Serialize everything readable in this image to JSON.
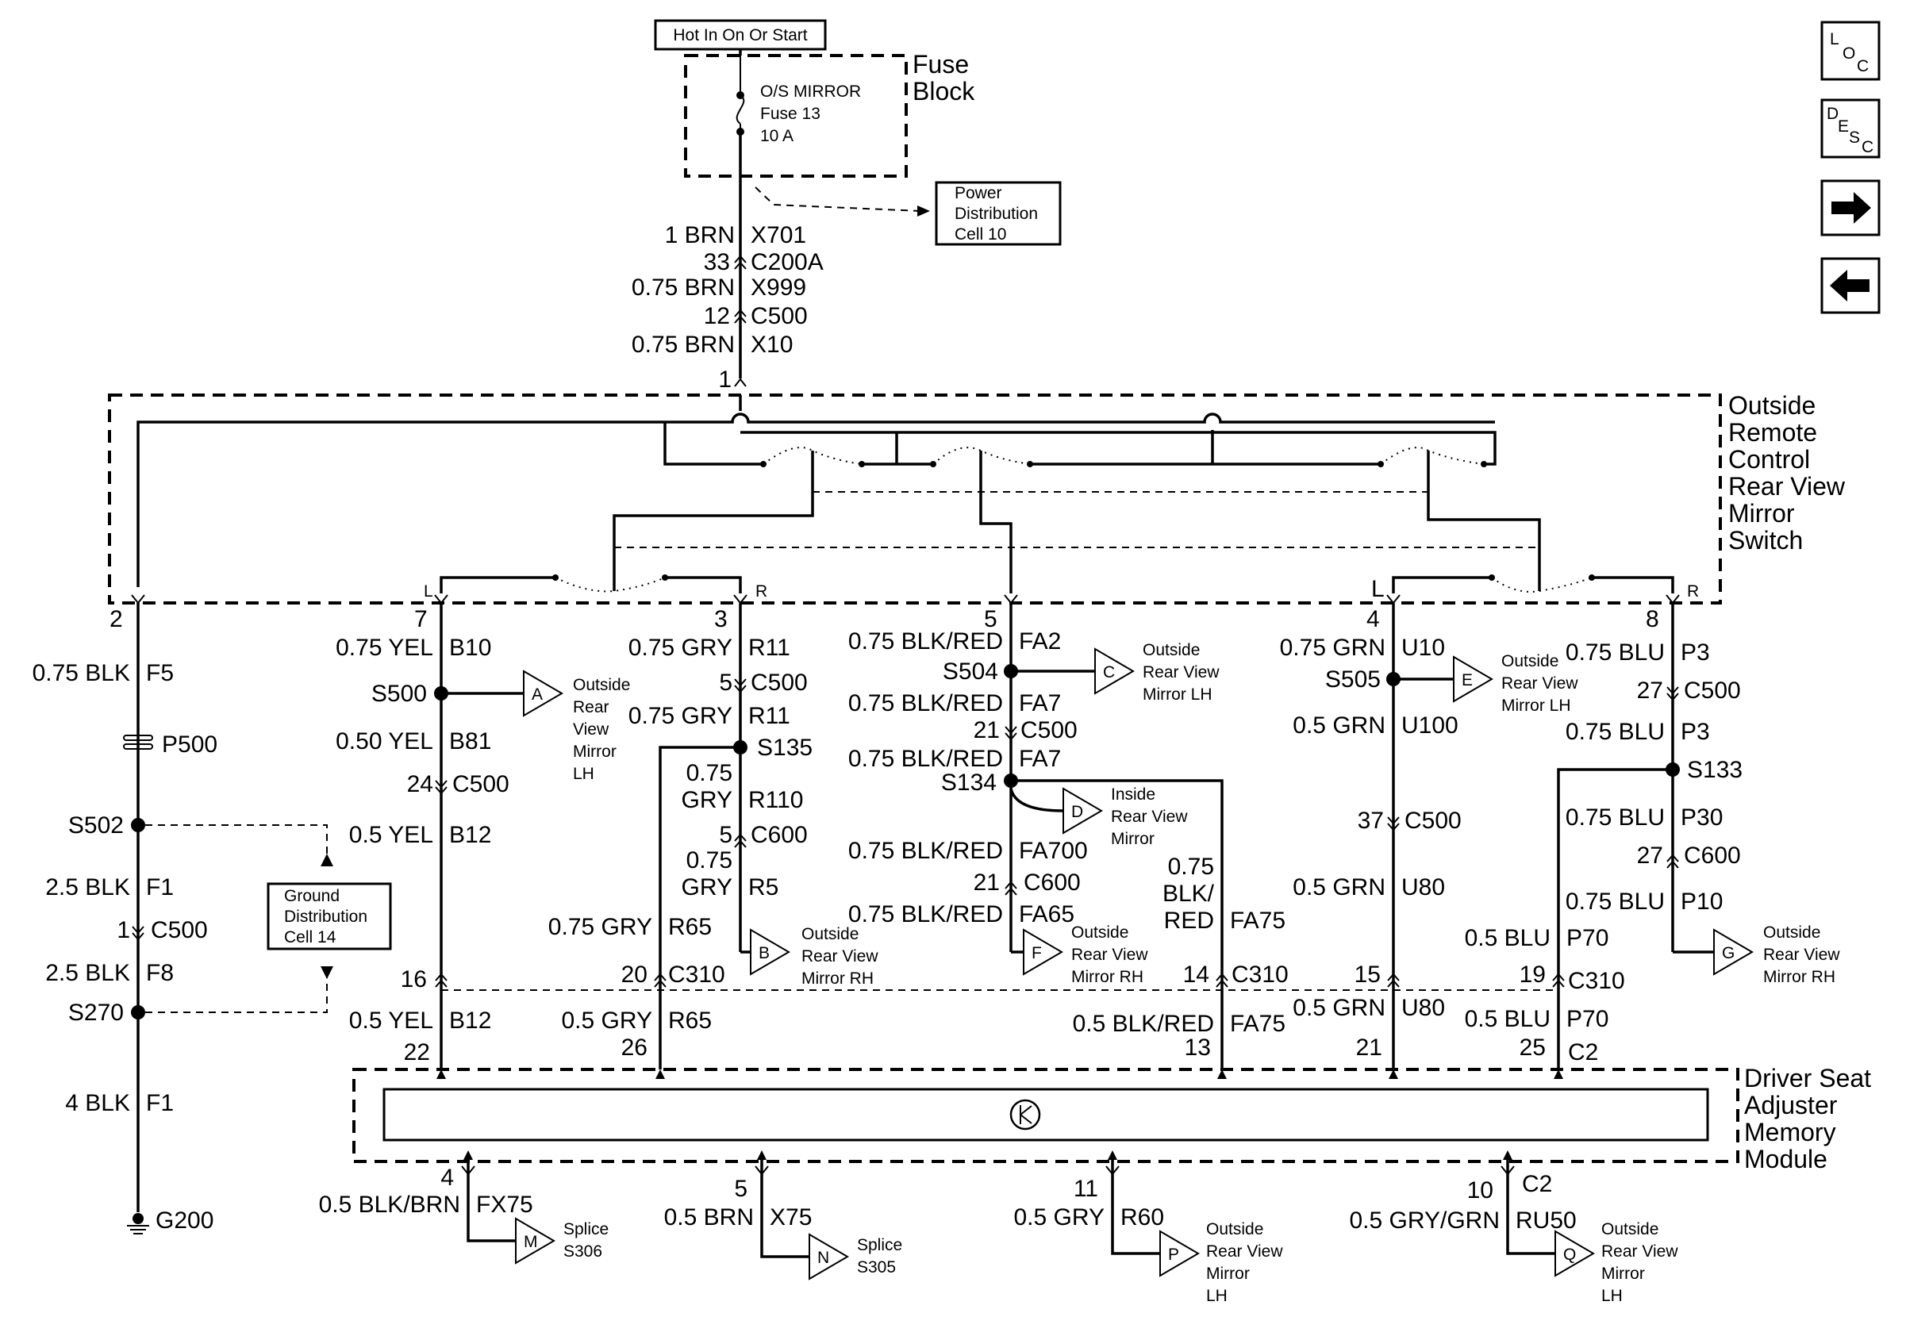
{
  "power": {
    "hot_label": "Hot In On Or Start"
  },
  "fuse_block": {
    "title_line1": "Fuse",
    "title_line2": "Block",
    "fuse_line1": "O/S MIRROR",
    "fuse_line2": "Fuse 13",
    "fuse_line3": "10 A"
  },
  "power_distribution": {
    "line1": "Power",
    "line2": "Distribution",
    "line3": "Cell 10"
  },
  "feed": {
    "wire1": "1 BRN",
    "circuit1": "X701",
    "pin1": "33",
    "conn1": "C200A",
    "wire2": "0.75 BRN",
    "circuit2": "X999",
    "pin2": "12",
    "conn2": "C500",
    "wire3": "0.75 BRN",
    "circuit3": "X10",
    "pin3": "1"
  },
  "switch": {
    "line1": "Outside",
    "line2": "Remote",
    "line3": "Control",
    "line4": "Rear View",
    "line5": "Mirror",
    "line6": "Switch"
  },
  "module": {
    "line1": "Driver Seat",
    "line2": "Adjuster",
    "line3": "Memory",
    "line4": "Module"
  },
  "ground_distribution": {
    "line1": "Ground",
    "line2": "Distribution",
    "line3": "Cell 14"
  },
  "switch_pins": {
    "p2": "2",
    "p7": "7",
    "p3": "3",
    "p5": "5",
    "p4": "4",
    "p8": "8",
    "L1": "L",
    "R1": "R",
    "L2": "L",
    "R2": "R"
  },
  "ground": {
    "wire1": "0.75 BLK",
    "circuit1": "F5",
    "p500": "P500",
    "s502": "S502",
    "wire2": "2.5 BLK",
    "circuit2": "F1",
    "pin1": "1",
    "conn1": "C500",
    "wire3": "2.5 BLK",
    "circuit3": "F8",
    "s270": "S270",
    "wire4": "4 BLK",
    "circuit4": "F1",
    "g200": "G200"
  },
  "yel": {
    "wire1": "0.75 YEL",
    "circuit1": "B10",
    "splice": "S500",
    "off1": "A",
    "off_l1": "Outside",
    "off_l2": "Rear",
    "off_l3": "View",
    "off_l4": "Mirror",
    "off_l5": "LH",
    "wire2": "0.50 YEL",
    "circuit2": "B81",
    "pin1": "24",
    "conn1": "C500",
    "wire3": "0.5 YEL",
    "circuit3": "B12",
    "pin2": "16",
    "wire4": "0.5 YEL",
    "circuit4": "B12",
    "pin3": "22"
  },
  "gry": {
    "wire1": "0.75 GRY",
    "circuit1": "R11",
    "pin1": "5",
    "conn1": "C500",
    "wire2": "0.75 GRY",
    "circuit2": "R11",
    "splice": "S135",
    "wire3a": "0.75",
    "wire3b": "GRY",
    "circuit3": "R110",
    "pin2": "5",
    "conn2": "C600",
    "wire4a": "0.75",
    "wire4b": "GRY",
    "circuit4": "R5",
    "off": "B",
    "off_l1": "Outside",
    "off_l2": "Rear View",
    "off_l3": "Mirror RH",
    "wire5": "0.75 GRY",
    "circuit5": "R65",
    "pin3": "20",
    "conn3": "C310",
    "wire6": "0.5 GRY",
    "circuit6": "R65",
    "pin4": "26"
  },
  "blkred": {
    "wire1": "0.75 BLK/RED",
    "circuit1": "FA2",
    "splice1": "S504",
    "offC": "C",
    "offC_l1": "Outside",
    "offC_l2": "Rear View",
    "offC_l3": "Mirror LH",
    "wire2": "0.75 BLK/RED",
    "circuit2": "FA7",
    "pin1": "21",
    "conn1": "C500",
    "wire3": "0.75 BLK/RED",
    "circuit3": "FA7",
    "splice2": "S134",
    "offD": "D",
    "offD_l1": "Inside",
    "offD_l2": "Rear View",
    "offD_l3": "Mirror",
    "wire4": "0.75 BLK/RED",
    "circuit4": "FA700",
    "pin2": "21",
    "conn2": "C600",
    "wire5": "0.75 BLK/RED",
    "circuit5": "FA65",
    "offF": "F",
    "offF_l1": "Outside",
    "offF_l2": "Rear View",
    "offF_l3": "Mirror RH",
    "wire6a": "0.75",
    "wire6b": "BLK/",
    "wire6c": "RED",
    "circuit6": "FA75",
    "pin3": "14",
    "conn3": "C310",
    "wire7": "0.5 BLK/RED",
    "circuit7": "FA75",
    "pin4": "13"
  },
  "grn": {
    "wire1": "0.75 GRN",
    "circuit1": "U10",
    "splice": "S505",
    "off": "E",
    "off_l1": "Outside",
    "off_l2": "Rear View",
    "off_l3": "Mirror LH",
    "wire2": "0.5 GRN",
    "circuit2": "U100",
    "pin1": "37",
    "conn1": "C500",
    "wire3": "0.5 GRN",
    "circuit3": "U80",
    "pin2": "15",
    "wire4": "0.5 GRN",
    "circuit4": "U80",
    "pin3": "21"
  },
  "blu": {
    "wire1": "0.75 BLU",
    "circuit1": "P3",
    "pin1": "27",
    "conn1": "C500",
    "wire2": "0.75 BLU",
    "circuit2": "P3",
    "splice": "S133",
    "wire3": "0.75 BLU",
    "circuit3": "P30",
    "pin2": "27",
    "conn2": "C600",
    "wire4": "0.75 BLU",
    "circuit4": "P10",
    "off": "G",
    "off_l1": "Outside",
    "off_l2": "Rear View",
    "off_l3": "Mirror RH",
    "wire5": "0.5 BLU",
    "circuit5": "P70",
    "pin3": "19",
    "conn3": "C310",
    "wire6": "0.5 BLU",
    "circuit6": "P70",
    "pin4": "25",
    "conn4": "C2"
  },
  "bottom": {
    "pin1": "4",
    "wire1": "0.5 BLK/BRN",
    "circuit1": "FX75",
    "off1": "M",
    "off1_l1": "Splice",
    "off1_l2": "S306",
    "pin2": "5",
    "wire2": "0.5 BRN",
    "circuit2": "X75",
    "off2": "N",
    "off2_l1": "Splice",
    "off2_l2": "S305",
    "pin3": "11",
    "wire3": "0.5 GRY",
    "circuit3": "R60",
    "off3": "P",
    "off3_l1": "Outside",
    "off3_l2": "Rear View",
    "off3_l3": "Mirror",
    "off3_l4": "LH",
    "pin4": "10",
    "conn4": "C2",
    "wire4": "0.5 GRY/GRN",
    "circuit4": "RU50",
    "off4": "Q",
    "off4_l1": "Outside",
    "off4_l2": "Rear View",
    "off4_l3": "Mirror",
    "off4_l4": "LH"
  },
  "nav": {
    "loc_l": "L",
    "loc_o": "O",
    "loc_c": "C",
    "desc_d": "D",
    "desc_e": "E",
    "desc_s": "S",
    "desc_c": "C"
  }
}
